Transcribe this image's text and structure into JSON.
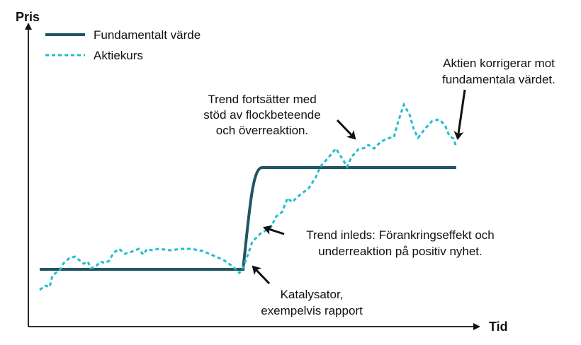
{
  "axes": {
    "y_label": "Pris",
    "x_label": "Tid"
  },
  "legend": [
    {
      "label": "Fundamentalt värde",
      "color": "#215563",
      "style": "solid"
    },
    {
      "label": "Aktiekurs",
      "color": "#1fbfcc",
      "style": "dotted"
    }
  ],
  "annotations": {
    "trend_continues": [
      "Trend fortsätter med",
      "stöd av flockbeteende",
      "och överreaktion."
    ],
    "correction": [
      "Aktien korrigerar mot",
      "fundamentala värdet."
    ],
    "trend_starts": [
      "Trend inleds: Förankringseffekt och",
      "underreaktion på positiv nyhet."
    ],
    "catalyst": [
      "Katalysator,",
      "exempelvis rapport"
    ]
  }
}
